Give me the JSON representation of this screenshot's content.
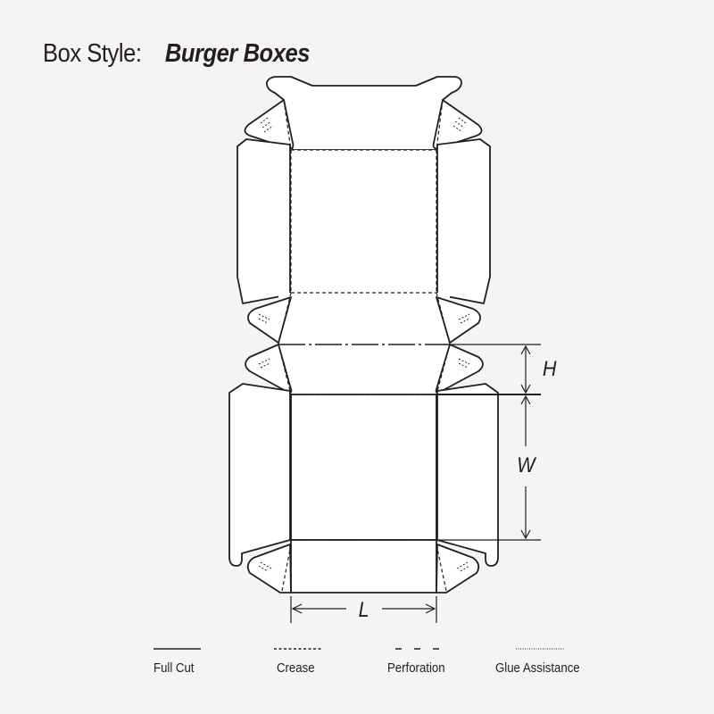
{
  "header": {
    "label": "Box Style:",
    "style_name": "Burger Boxes"
  },
  "dimensions": {
    "length_label": "L",
    "width_label": "W",
    "height_label": "H"
  },
  "legend": {
    "items": [
      {
        "label": "Full Cut",
        "line_style": "solid"
      },
      {
        "label": "Crease",
        "line_style": "short-dash"
      },
      {
        "label": "Perforation",
        "line_style": "long-dash"
      },
      {
        "label": "Glue Assistance",
        "line_style": "dotted"
      }
    ]
  },
  "colors": {
    "background": "#f5f4f2",
    "panel": "#ffffff",
    "line": "#231f20"
  }
}
